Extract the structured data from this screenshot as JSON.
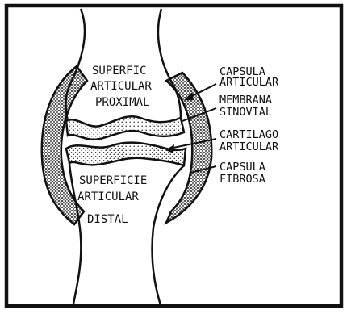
{
  "regions": {
    "proximal_surface": [
      "SUPERFIC",
      "ARTICULAR",
      "PROXIMAL"
    ],
    "distal_surface": [
      "SUPERFICIE",
      "ARTICULAR",
      "DISTAL"
    ]
  },
  "callouts": {
    "capsula_articular": [
      "CAPSULA",
      "ARTICULAR"
    ],
    "membrana_sinovial": [
      "MEMBRANA",
      "SINOVIAL"
    ],
    "cartilago_articular": [
      "CARTILAGO",
      "ARTICULAR"
    ],
    "capsula_fibrosa": [
      "CAPSULA",
      "FIBROSA"
    ]
  },
  "colors": {
    "ink": "#111111",
    "paper": "#ffffff",
    "stipple": "#222222"
  }
}
